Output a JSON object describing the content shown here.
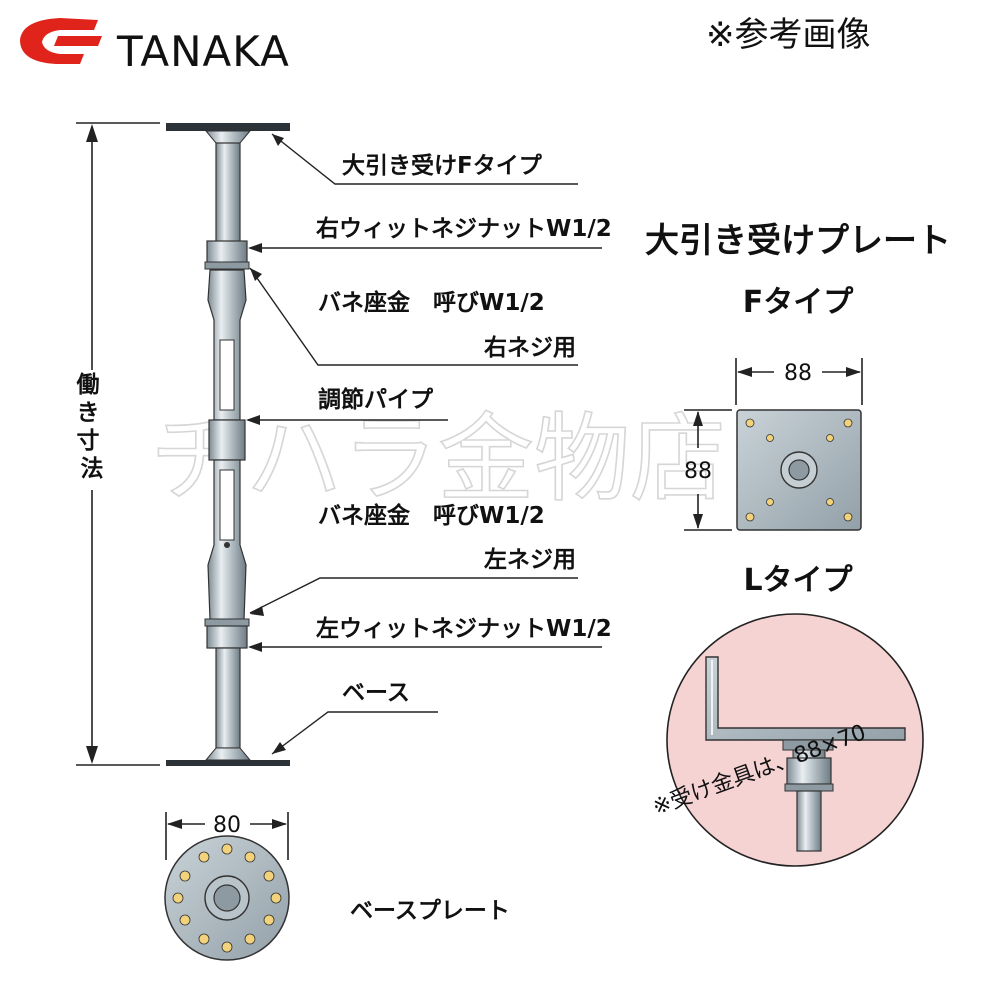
{
  "header": {
    "brand_name": "TANAKA",
    "note": "※参考画像",
    "brand_color": "#e0241b"
  },
  "watermark": "チハラ金物店",
  "post": {
    "height_label": "働き寸法",
    "parts": [
      {
        "id": "top-plate",
        "label": "大引き受けFタイプ"
      },
      {
        "id": "right-nut",
        "label": "右ウィットネジナットW1/2"
      },
      {
        "id": "spring-washer-right",
        "label_line1": "バネ座金　呼びW1/2",
        "label_line2": "右ネジ用"
      },
      {
        "id": "adjust-pipe",
        "label": "調節パイプ"
      },
      {
        "id": "spring-washer-left",
        "label_line1": "バネ座金　呼びW1/2",
        "label_line2": "左ネジ用"
      },
      {
        "id": "left-nut",
        "label": "左ウィットネジナットW1/2"
      },
      {
        "id": "base",
        "label": "ベース"
      }
    ]
  },
  "base_plate": {
    "width": "80",
    "label": "ベースプレート"
  },
  "receiver_plate": {
    "title": "大引き受けプレート",
    "f_type": {
      "label": "Fタイプ",
      "width": "88",
      "height": "88"
    },
    "l_type": {
      "label": "Lタイプ",
      "note": "※受け金具は、88×70"
    },
    "l_panel_color": "#f6d3d3"
  }
}
